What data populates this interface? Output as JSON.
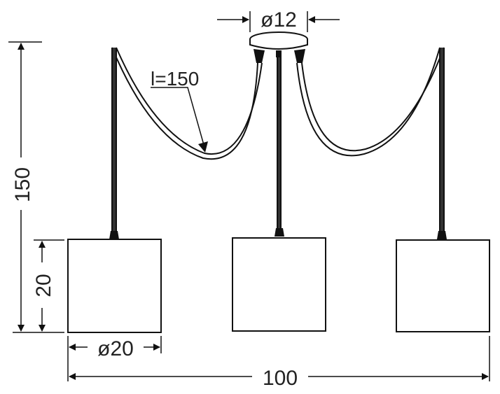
{
  "dimensions": {
    "canopy_diameter": "ø12",
    "cable_length": "l=150",
    "total_height": "150",
    "shade_height": "20",
    "shade_diameter": "ø20",
    "total_width": "100"
  },
  "colors": {
    "line": "#111111",
    "dimension_line": "#555555",
    "text": "#222222",
    "background": "#ffffff"
  }
}
